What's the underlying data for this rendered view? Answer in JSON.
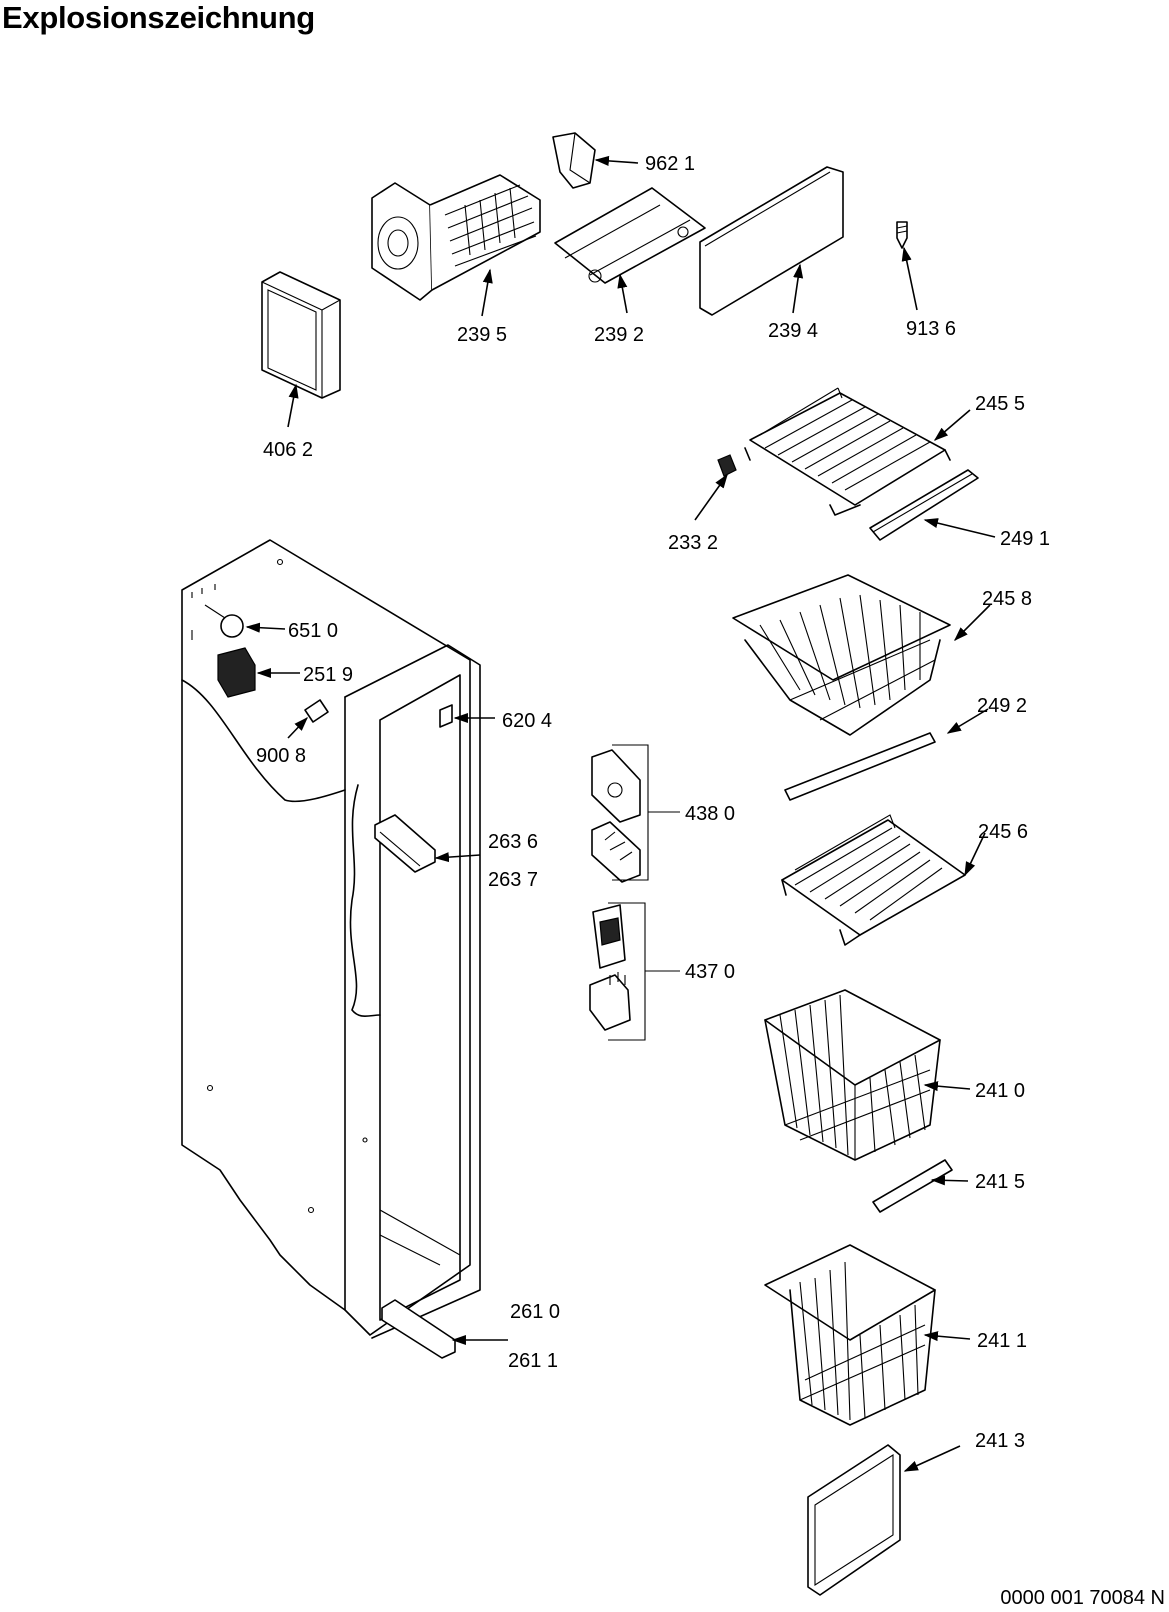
{
  "title": "Explosionszeichnung",
  "document_id": "0000 001 70084 N",
  "parts": [
    {
      "key": "p9621",
      "label": "962 1"
    },
    {
      "key": "p2395",
      "label": "239 5"
    },
    {
      "key": "p2392",
      "label": "239 2"
    },
    {
      "key": "p2394",
      "label": "239 4"
    },
    {
      "key": "p9136",
      "label": "913 6"
    },
    {
      "key": "p4062",
      "label": "406 2"
    },
    {
      "key": "p2455",
      "label": "245 5"
    },
    {
      "key": "p2332",
      "label": "233 2"
    },
    {
      "key": "p2491",
      "label": "249 1"
    },
    {
      "key": "p2458",
      "label": "245 8"
    },
    {
      "key": "p6510",
      "label": "651 0"
    },
    {
      "key": "p2519",
      "label": "251 9"
    },
    {
      "key": "p6204",
      "label": "620 4"
    },
    {
      "key": "p9008",
      "label": "900 8"
    },
    {
      "key": "p2492",
      "label": "249 2"
    },
    {
      "key": "p4380",
      "label": "438 0"
    },
    {
      "key": "p2636",
      "label": "263 6"
    },
    {
      "key": "p2637",
      "label": "263 7"
    },
    {
      "key": "p2456",
      "label": "245 6"
    },
    {
      "key": "p4370",
      "label": "437 0"
    },
    {
      "key": "p2410",
      "label": "241 0"
    },
    {
      "key": "p2415",
      "label": "241 5"
    },
    {
      "key": "p2610",
      "label": "261 0"
    },
    {
      "key": "p2611",
      "label": "261 1"
    },
    {
      "key": "p2411",
      "label": "241 1"
    },
    {
      "key": "p2413",
      "label": "241 3"
    }
  ]
}
